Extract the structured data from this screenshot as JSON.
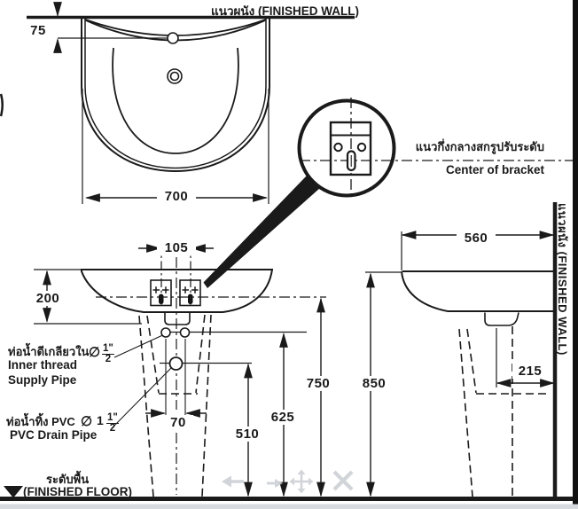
{
  "wall_top": {
    "label": "แนวผนัง  (FINISHED WALL)"
  },
  "plan": {
    "dim_faucet_offset": "75",
    "dim_width": "700"
  },
  "detail": {
    "label_thai": "แนวกึ่งกลางสกรูปรับระดับ",
    "label_en": "Center of bracket"
  },
  "front": {
    "dim_bracket_spacing": "105",
    "dim_rim_to_supply": "200",
    "dim_pipe_spacing": "70",
    "dim_drain_height": "510",
    "dim_supply_height": "625",
    "dim_bracket_height": "750",
    "dim_rim_height": "850"
  },
  "side": {
    "dim_depth": "560",
    "dim_drain_offset": "215",
    "wall_label": "แนวผนัง  (FINISHED WALL)"
  },
  "supply_pipe": {
    "label_thai": "ท่อน้ำดีเกลียวใน",
    "diameter_symbol": "∅",
    "frac_num": "1\"",
    "frac_den": "2",
    "label_en_line1": "Inner thread",
    "label_en_line2": "Supply Pipe"
  },
  "drain_pipe": {
    "label_thai": "ท่อน้ำทิ้ง PVC",
    "diameter_symbol": "∅",
    "whole": "1",
    "frac_num": "1\"",
    "frac_den": "2",
    "label_en": "PVC Drain Pipe"
  },
  "floor": {
    "label_thai": "ระดับพื้น",
    "label_en": "(FINISHED FLOOR)"
  },
  "colors": {
    "line": "#1a1a1a",
    "watermark": "#c9cdd2",
    "bottom_strip": "#d7dade"
  }
}
